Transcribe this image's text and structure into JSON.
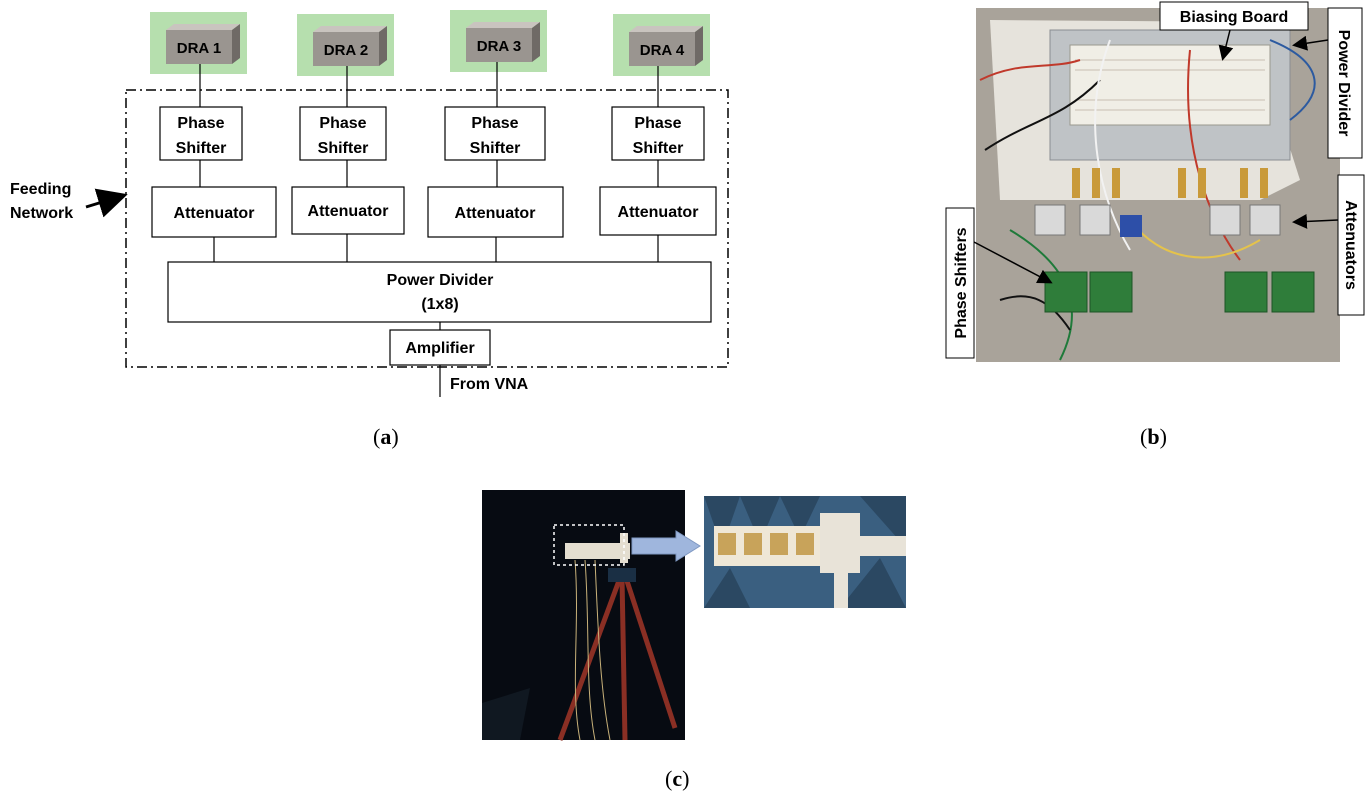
{
  "panel_a": {
    "dra": [
      "DRA 1",
      "DRA 2",
      "DRA 3",
      "DRA 4"
    ],
    "phase_shifter": [
      "Phase",
      "Shifter"
    ],
    "attenuator": "Attenuator",
    "feeding_network": [
      "Feeding",
      "Network"
    ],
    "power_divider": [
      "Power Divider",
      "(1x8)"
    ],
    "amplifier": "Amplifier",
    "from_vna": "From VNA",
    "caption": "a",
    "colors": {
      "dra_bg": "#b6dfae",
      "cube_front": "#9a9590",
      "cube_top": "#c9c4bf",
      "cube_side": "#6f6a66"
    }
  },
  "panel_b": {
    "biasing_board": "Biasing Board",
    "power_divider": "Power Divider",
    "attenuators": "Attenuators",
    "phase_shifters": "Phase Shifters",
    "caption": "b"
  },
  "panel_c": {
    "caption": "c",
    "colors": {
      "arrow": "#9fb6dd",
      "chamber": "#3a5f80"
    }
  }
}
